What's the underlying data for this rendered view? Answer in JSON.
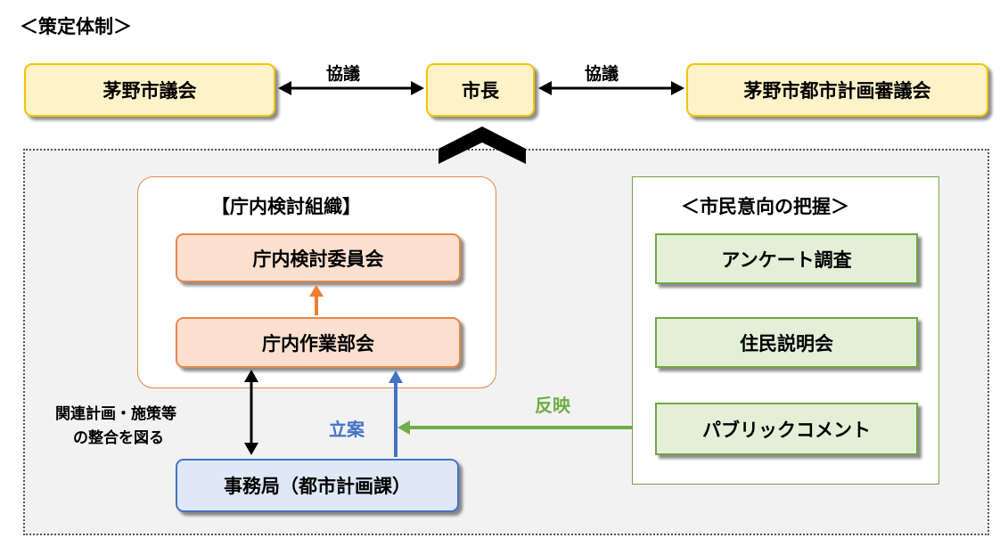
{
  "title": "＜策定体制＞",
  "top": {
    "council": "茅野市議会",
    "mayor": "市長",
    "planning_council": "茅野市都市計画審議会",
    "consult_left": "協議",
    "consult_right": "協議"
  },
  "internal": {
    "heading": "【庁内検討組織】",
    "committee": "庁内検討委員会",
    "working_group": "庁内作業部会"
  },
  "citizen": {
    "heading": "＜市民意向の把握＞",
    "items": [
      "アンケート調査",
      "住民説明会",
      "パブリックコメント"
    ]
  },
  "secretariat": "事務局（都市計画課）",
  "arrows": {
    "reflect": "反映",
    "draft": "立案",
    "coordinate_line1": "関連計画・施策等",
    "coordinate_line2": "の整合を図る"
  },
  "colors": {
    "yellow_fill": "#fdf2c8",
    "yellow_border": "#f4c400",
    "orange_fill": "#fbe0cf",
    "orange_border": "#e4874b",
    "green_fill": "#e4efd8",
    "green_border": "#72a545",
    "blue_fill": "#dfe8f6",
    "blue_border": "#4472c4",
    "reflect_text": "#70ad47",
    "draft_text": "#4472c4"
  }
}
